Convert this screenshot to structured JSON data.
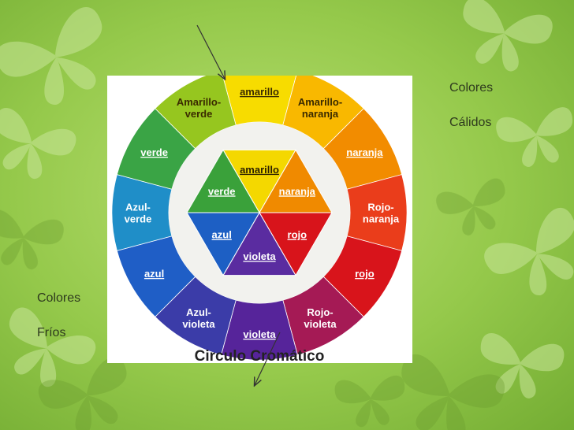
{
  "slide": {
    "warm_label": [
      "Colores",
      "Cálidos"
    ],
    "cool_label": [
      "Colores",
      "Fríos"
    ]
  },
  "wheel": {
    "title": "Circulo Cromático",
    "outer_segments": [
      {
        "label": [
          "amarillo"
        ],
        "color": "#f7dc00",
        "underline": true
      },
      {
        "label": [
          "Amarillo-",
          "naranja"
        ],
        "color": "#f9b800",
        "underline": false
      },
      {
        "label": [
          "naranja"
        ],
        "color": "#f28c00",
        "underline": true
      },
      {
        "label": [
          "Rojo-",
          "naranja"
        ],
        "color": "#ea3d1b",
        "underline": false
      },
      {
        "label": [
          "rojo"
        ],
        "color": "#d8141b",
        "underline": true
      },
      {
        "label": [
          "Rojo-",
          "violeta"
        ],
        "color": "#a51a55",
        "underline": false
      },
      {
        "label": [
          "violeta"
        ],
        "color": "#56249a",
        "underline": true
      },
      {
        "label": [
          "Azul-",
          "violeta"
        ],
        "color": "#3b3ca8",
        "underline": false
      },
      {
        "label": [
          "azul"
        ],
        "color": "#1f5ec6",
        "underline": true
      },
      {
        "label": [
          "Azul-",
          "verde"
        ],
        "color": "#1f8ec8",
        "underline": false
      },
      {
        "label": [
          "verde"
        ],
        "color": "#3aa445",
        "underline": true
      },
      {
        "label": [
          "Amarillo-",
          "verde"
        ],
        "color": "#96c61f",
        "underline": false
      }
    ],
    "inner_segments": [
      {
        "label": "amarillo",
        "color": "#f4d800"
      },
      {
        "label": "naranja",
        "color": "#f08a00"
      },
      {
        "label": "rojo",
        "color": "#d8141b"
      },
      {
        "label": "violeta",
        "color": "#5a2ca0"
      },
      {
        "label": "azul",
        "color": "#1d5fc4"
      },
      {
        "label": "verde",
        "color": "#3aa13a"
      }
    ],
    "inner_ring_color": "#f2f2ee"
  }
}
